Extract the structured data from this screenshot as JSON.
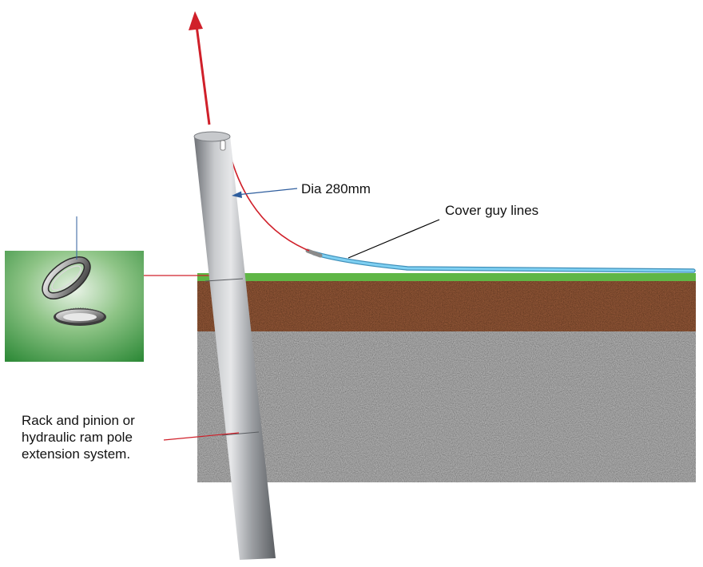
{
  "labels": {
    "diameter": "Dia 280mm",
    "guy_lines": "Cover guy lines",
    "extension_lines": [
      "Rack and pinion or",
      "hydraulic ram pole",
      "extension system."
    ]
  },
  "colors": {
    "grass": "#5fb646",
    "topsoil": "#7e4a2e",
    "gravel": "#9a9a9a",
    "pole": "#a9acb0",
    "guy_line_cable": "#6fc1e6",
    "lift_arrow": "#d0202a",
    "inset_background": "#2e8a38",
    "leader_blue": "#2f5e9e",
    "leader_black": "#000000"
  },
  "icons": {
    "lift_direction": "arrow-up-icon",
    "ground_socket_ring": "ring-icon"
  }
}
